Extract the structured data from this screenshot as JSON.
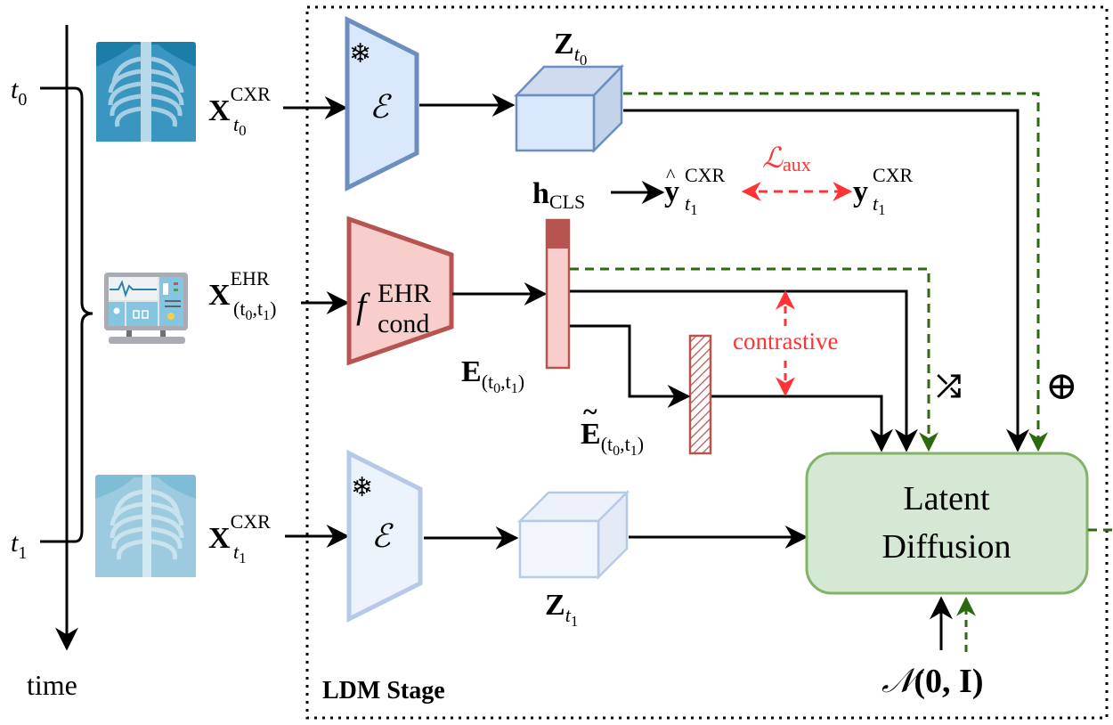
{
  "timeline": {
    "t0_label": "t",
    "t0_sub": "0",
    "t1_label": "t",
    "t1_sub": "1",
    "axis_label": "time"
  },
  "inputs": {
    "cxr_t0": {
      "main": "X",
      "sup": "CXR",
      "sub_t": "t",
      "sub_n": "0"
    },
    "ehr": {
      "main": "X",
      "sup": "EHR",
      "sub": "(t",
      "sub0": "0",
      "subc": ",t",
      "sub1": "1",
      "subend": ")"
    },
    "cxr_t1": {
      "main": "X",
      "sup": "CXR",
      "sub_t": "t",
      "sub_n": "1"
    }
  },
  "encoders": {
    "top_symbol": "ℰ",
    "bottom_symbol": "ℰ",
    "frozen_icon": "❄",
    "ehr_main": "f",
    "ehr_sup": "EHR",
    "ehr_sub": "cond"
  },
  "latents": {
    "z_t0": {
      "main": "Z",
      "sub_t": "t",
      "sub_n": "0"
    },
    "z_t1": {
      "main": "Z",
      "sub_t": "t",
      "sub_n": "1"
    }
  },
  "embeddings": {
    "E": {
      "main": "E",
      "sub": "(t",
      "sub0": "0",
      "subc": ",t",
      "sub1": "1",
      "subend": ")"
    },
    "E_tilde": {
      "main": "E",
      "tilde": "~",
      "sub": "(t",
      "sub0": "0",
      "subc": ",t",
      "sub1": "1",
      "subend": ")"
    }
  },
  "aux": {
    "h_main": "h",
    "h_sub": "CLS",
    "yhat_main": "y",
    "yhat_hat": "^",
    "y_sup": "CXR",
    "y_sub_t": "t",
    "y_sub_n": "1",
    "y_main": "y",
    "loss_main": "ℒ",
    "loss_sub": "aux"
  },
  "labels": {
    "contrastive": "contrastive",
    "shuffle_icon": "⤮",
    "oplus_icon": "⊕",
    "diffusion_line1": "Latent",
    "diffusion_line2": "Diffusion",
    "noise": "𝒩(0, I)",
    "noise_N": "𝒩",
    "noise_args": "(0, I)",
    "stage": "LDM Stage"
  },
  "colors": {
    "encoder_blue_fill": "#dae8fc",
    "encoder_blue_stroke": "#6c8ebf",
    "encoder_light_fill": "#edf3fc",
    "encoder_light_stroke": "#b6c9e6",
    "ehr_fill": "#f8cecc",
    "ehr_stroke": "#b85450",
    "diffusion_fill": "#d5e8d4",
    "diffusion_stroke": "#82b366",
    "green_dash": "#2d6a0f",
    "red_loss": "#ff3333"
  }
}
